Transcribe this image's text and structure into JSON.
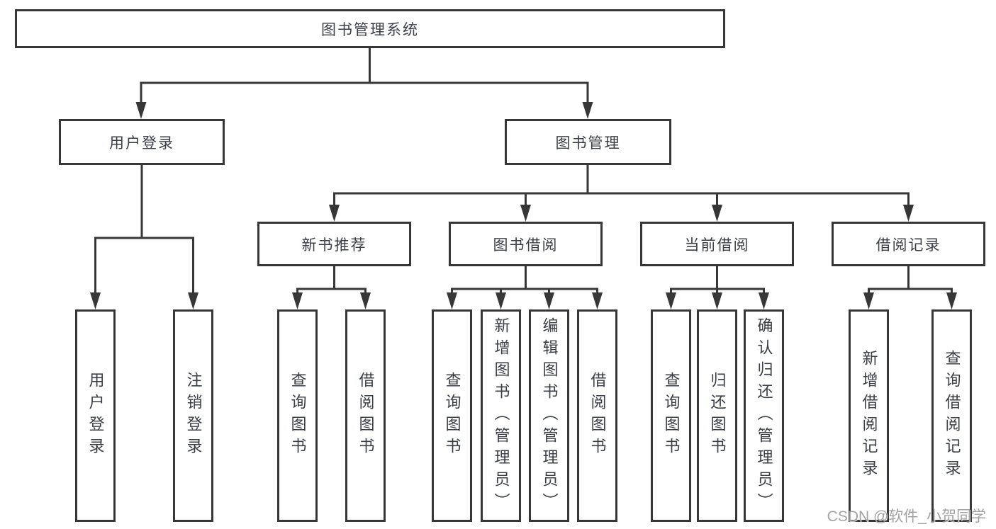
{
  "diagram_title": "图书管理系统",
  "tree": {
    "label": "图书管理系统",
    "children": [
      {
        "label": "用户登录",
        "children": [
          {
            "label": "用户登录"
          },
          {
            "label": "注销登录"
          }
        ]
      },
      {
        "label": "图书管理",
        "children": [
          {
            "label": "新书推荐",
            "children": [
              {
                "label": "查询图书"
              },
              {
                "label": "借阅图书"
              }
            ]
          },
          {
            "label": "图书借阅",
            "children": [
              {
                "label": "查询图书"
              },
              {
                "label": "新增图书（管理员）"
              },
              {
                "label": "编辑图书（管理员）"
              },
              {
                "label": "借阅图书"
              }
            ]
          },
          {
            "label": "当前借阅",
            "children": [
              {
                "label": "查询图书"
              },
              {
                "label": "归还图书"
              },
              {
                "label": "确认归还（管理员）"
              }
            ]
          },
          {
            "label": "借阅记录",
            "children": [
              {
                "label": "新增借阅记录"
              },
              {
                "label": "查询借阅记录"
              }
            ]
          }
        ]
      }
    ]
  },
  "watermark": "CSDN @软件_小贺同学",
  "colors": {
    "line": "#373737",
    "text": "#3a3e46",
    "watermark": "#9a9a9a",
    "background": "#ffffff"
  }
}
